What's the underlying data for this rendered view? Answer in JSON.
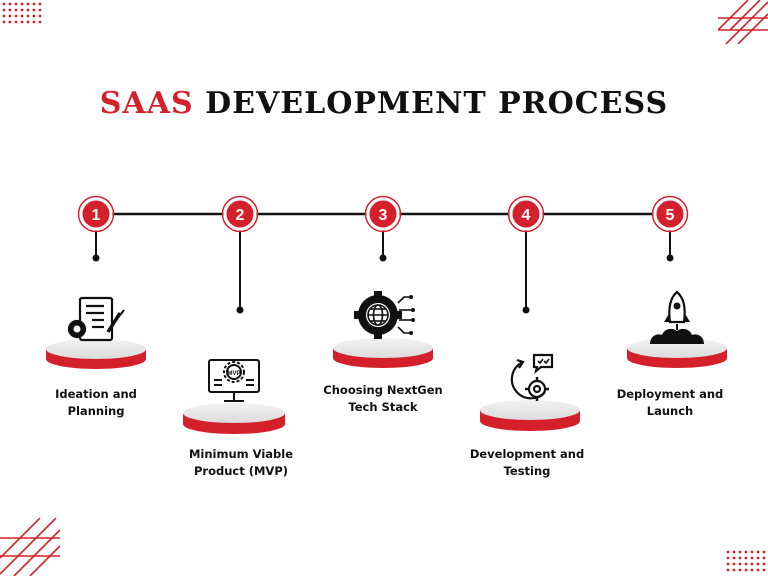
{
  "title": {
    "accent": "SAAS",
    "rest": " DEVELOPMENT PROCESS"
  },
  "colors": {
    "accent": "#d4202a",
    "text": "#111111",
    "line": "#111111"
  },
  "steps": [
    {
      "number": "1",
      "label_line1": "Ideation and",
      "label_line2": "Planning",
      "icon": "document-idea-icon"
    },
    {
      "number": "2",
      "label_line1": "Minimum Viable",
      "label_line2": "Product (MVP)",
      "icon": "mvp-monitor-icon"
    },
    {
      "number": "3",
      "label_line1": "Choosing NextGen",
      "label_line2": "Tech Stack",
      "icon": "gear-globe-icon"
    },
    {
      "number": "4",
      "label_line1": "Development and",
      "label_line2": "Testing",
      "icon": "gear-cycle-icon"
    },
    {
      "number": "5",
      "label_line1": "Deployment and",
      "label_line2": "Launch",
      "icon": "rocket-icon"
    }
  ]
}
